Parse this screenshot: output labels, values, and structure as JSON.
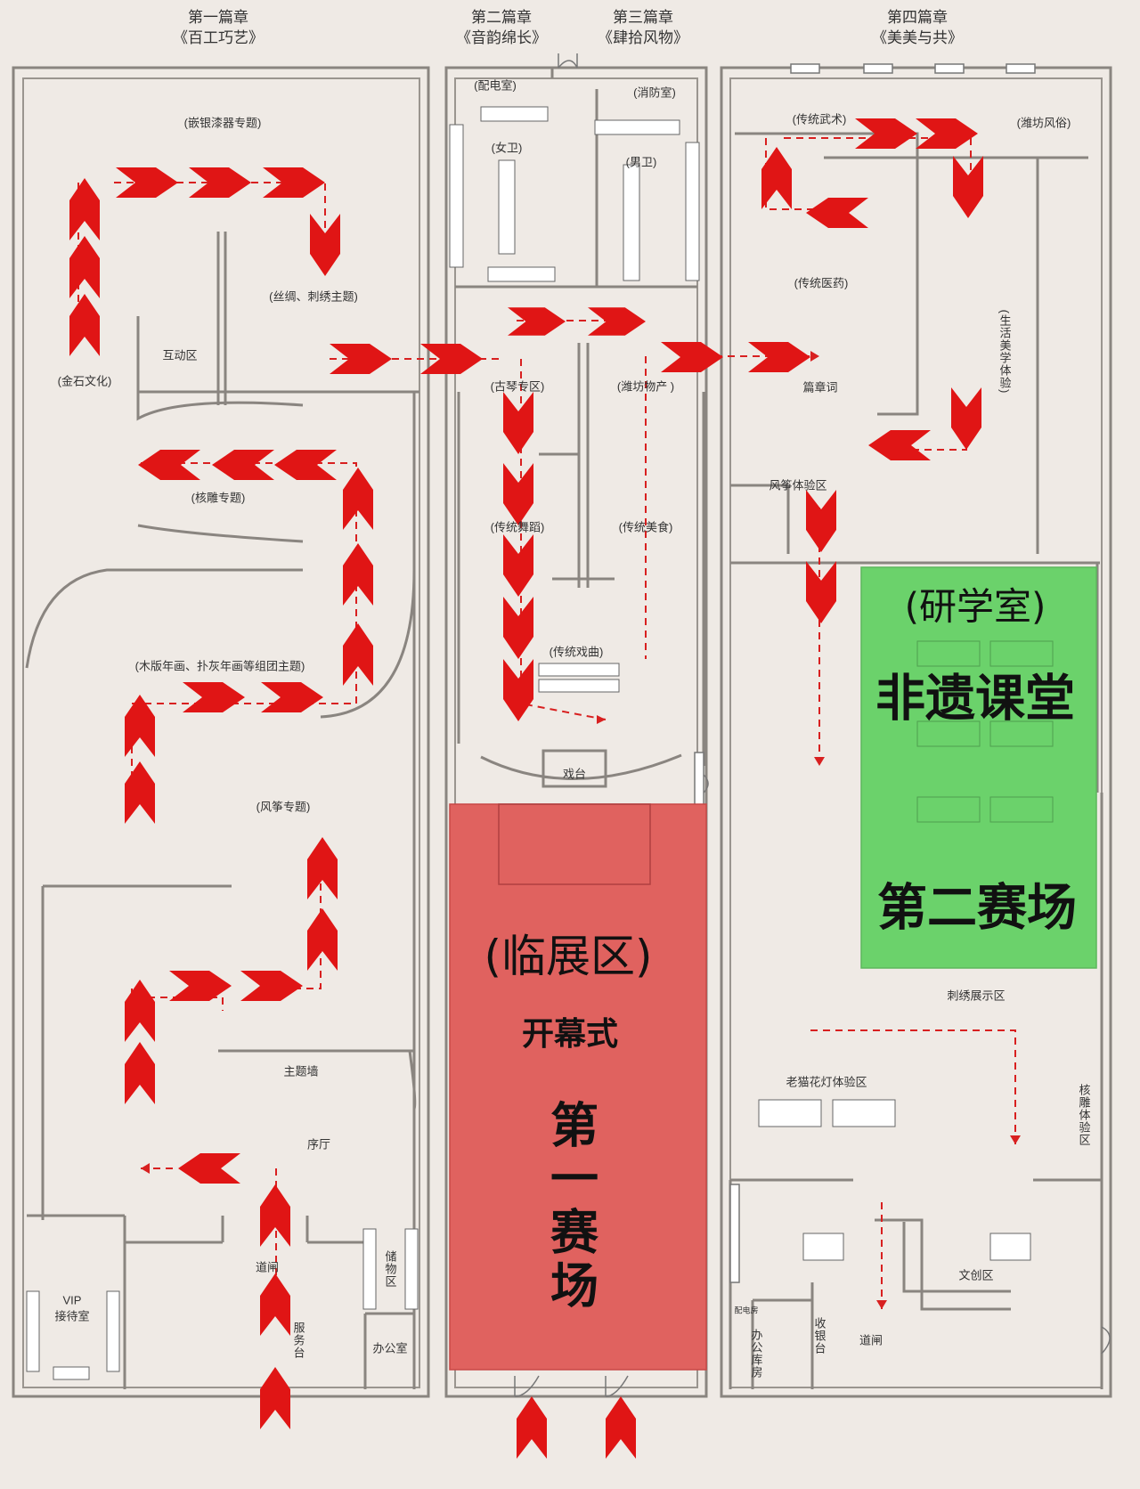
{
  "chapters": [
    {
      "line1": "第一篇章",
      "line2": "《百工巧艺》"
    },
    {
      "line1": "第二篇章",
      "line2": "《音韵绵长》"
    },
    {
      "line1": "第三篇章",
      "line2": "《肆拾风物》"
    },
    {
      "line1": "第四篇章",
      "line2": "《美美与共》"
    }
  ],
  "rooms": {
    "inlay_lacquer": "(嵌银漆器专题)",
    "silk_embroidery": "(丝绸、刺绣主题)",
    "interactive": "互动区",
    "stone_culture": "(金石文化)",
    "walnut_carving": "(核雕专题)",
    "woodblock": "(木版年画、扑灰年画等组团主题)",
    "kite_topic": "(风筝专题)",
    "theme_wall": "主题墙",
    "foyer": "序厅",
    "vip": "VIP",
    "vip2": "接待室",
    "gate_left": "道闸",
    "storage": "储物区",
    "service": "服务台",
    "office": "办公室",
    "power_room": "(配电室)",
    "fire_room": "(消防室)",
    "female_wc": "(女卫)",
    "male_wc": "(男卫)",
    "guqin": "(古琴专区)",
    "weifang_goods": "(潍坊物产 )",
    "dance": "(传统舞蹈)",
    "food": "(传统美食)",
    "opera": "(传统戏曲)",
    "stage": "戏台",
    "martial": "(传统武术)",
    "custom": "(潍坊风俗)",
    "medicine": "(传统医药)",
    "chapter_words": "篇章词",
    "life_aesthetics": "(生活美学体验)",
    "kite_exp": "风筝体验区",
    "embroidery_show": "刺绣展示区",
    "lantern": "老猫花灯体验区",
    "walnut_exp": "核雕体验区",
    "creative": "文创区",
    "cashier": "收银台",
    "office_store": "办公库房",
    "gate_right": "道闸",
    "small_room": "配电房"
  },
  "overlay": {
    "red_title": "(临展区)",
    "red_sub": "开幕式",
    "red_venue": "第一赛场",
    "green_title": "(研学室)",
    "green_class": "非遗课堂",
    "green_venue": "第二赛场"
  },
  "colors": {
    "arrow": "#e01515",
    "red_zone": "#e0625f",
    "green_zone": "#6bd26b",
    "wall": "#8a8580",
    "background": "#efeae5"
  }
}
